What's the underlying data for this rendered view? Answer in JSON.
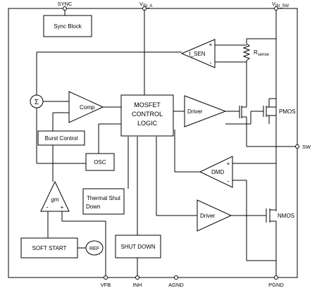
{
  "pins": {
    "sync": "SYNC",
    "vin_a": "V",
    "vin_a_sub": "IN_A",
    "vin_sw": "V",
    "vin_sw_sub": "IN_SW",
    "sw": "SW",
    "vfb": "VFB",
    "inh": "INH",
    "agnd": "AGND",
    "pgnd": "PGND"
  },
  "blocks": {
    "sync_block": "Sync Block",
    "mosfet_line1": "MOSFET",
    "mosfet_line2": "CONTROL",
    "mosfet_line3": "LOGIC",
    "burst_control": "Burst Control",
    "osc": "OSC",
    "thermal_line1": "Thermal Shut",
    "thermal_line2": "Down",
    "soft_start": "SOFT START",
    "ref": "REF",
    "shut_down": "SHUT DOWN"
  },
  "amps": {
    "i_sen": "I_SEN",
    "comp": "Comp",
    "driver_top": "Driver",
    "dmd": "DMD",
    "driver_bottom": "Driver",
    "gm": "gm",
    "sum_symbol": "Σ",
    "minus": "-",
    "plus": "+",
    "plus_dmd": "+",
    "minus_dmd": "-",
    "plus_isen": "+",
    "minus_isen": "-"
  },
  "components": {
    "rsense": "R",
    "rsense_sub": "sense",
    "pmos": "PMOS",
    "nmos": "NMOS"
  }
}
